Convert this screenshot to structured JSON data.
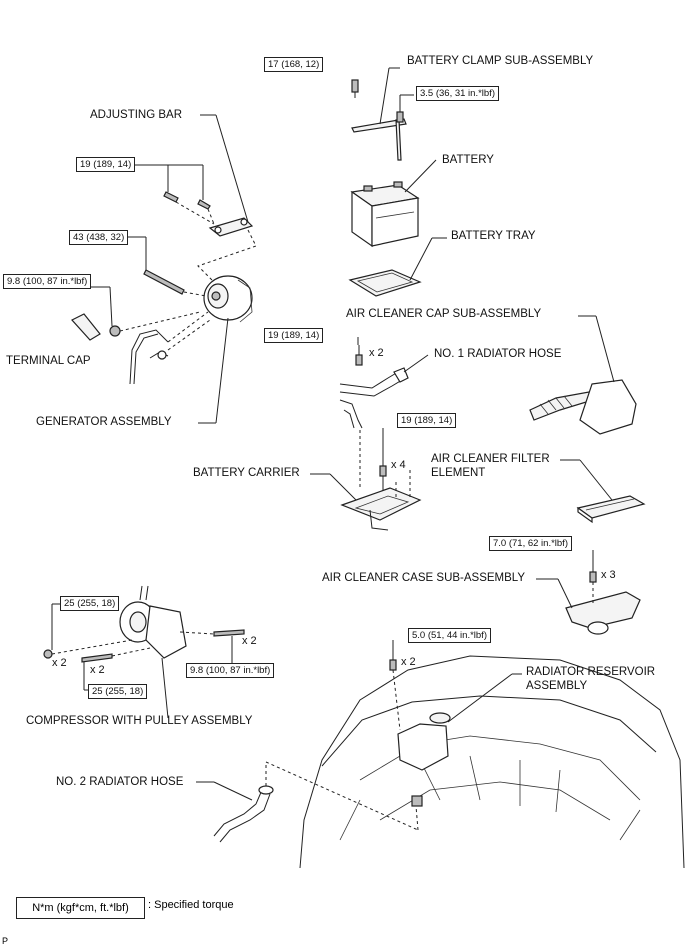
{
  "labels": {
    "battery_clamp": "BATTERY CLAMP SUB-ASSEMBLY",
    "adjusting_bar": "ADJUSTING BAR",
    "battery": "BATTERY",
    "battery_tray": "BATTERY TRAY",
    "air_cleaner_cap": "AIR CLEANER CAP SUB-ASSEMBLY",
    "terminal_cap": "TERMINAL CAP",
    "no1_radiator_hose": "NO. 1 RADIATOR HOSE",
    "generator_assembly": "GENERATOR ASSEMBLY",
    "battery_carrier": "BATTERY CARRIER",
    "air_cleaner_filter_1": "AIR CLEANER FILTER",
    "air_cleaner_filter_2": "ELEMENT",
    "air_cleaner_case": "AIR CLEANER CASE SUB-ASSEMBLY",
    "radiator_reservoir_1": "RADIATOR RESERVOIR",
    "radiator_reservoir_2": "ASSEMBLY",
    "compressor": "COMPRESSOR WITH PULLEY ASSEMBLY",
    "no2_radiator_hose": "NO. 2 RADIATOR HOSE"
  },
  "torques": {
    "clamp_bolt": "17 (168, 12)",
    "clamp_nut": "3.5 (36, 31 in.*lbf)",
    "adjusting_bar_bolts": "19 (189, 14)",
    "generator_bolt": "43 (438, 32)",
    "terminal_nut": "9.8 (100, 87 in.*lbf)",
    "hose_bolt": "19 (189, 14)",
    "carrier_bolts": "19 (189, 14)",
    "case_bolts": "7.0 (71, 62 in.*lbf)",
    "compressor_bolt_left": "25 (255, 18)",
    "compressor_stud": "9.8 (100, 87 in.*lbf)",
    "compressor_bolt_lower": "25 (255, 18)",
    "reservoir_bolts": "5.0 (51, 44 in.*lbf)"
  },
  "quantities": {
    "hose_bolt": "x 2",
    "carrier_bolts": "x 4",
    "case_bolts": "x 3",
    "compressor_stud": "x 2",
    "compressor_left": "x 2",
    "compressor_lower": "x 2",
    "reservoir_bolts": "x 2"
  },
  "legend": {
    "unit_box": "N*m (kgf*cm, ft.*lbf)",
    "description": ": Specified torque"
  },
  "corner_mark": "P"
}
